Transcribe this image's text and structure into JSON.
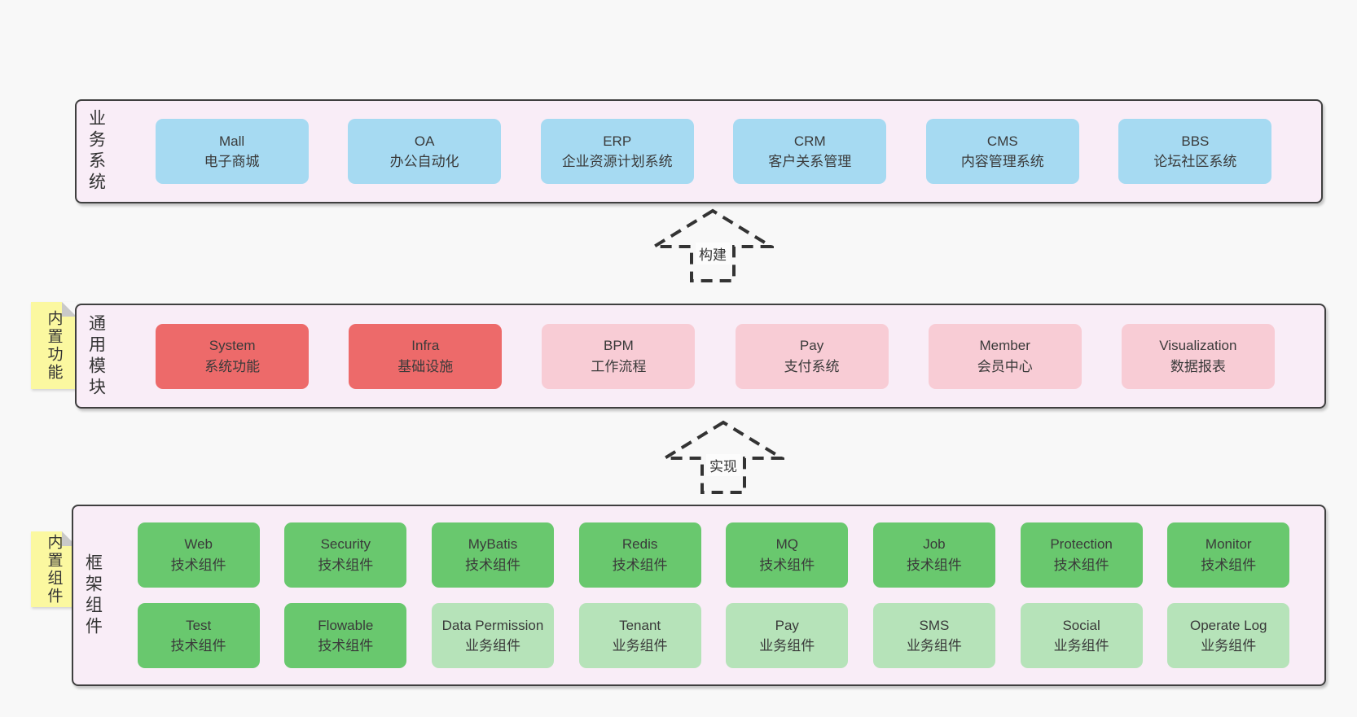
{
  "colors": {
    "page_bg": "#f8f8f8",
    "container_bg": "#f9edf7",
    "container_border": "#3f3f3f",
    "business_box": "#a6daf2",
    "core_module_box": "#ed6a6a",
    "extend_module_box": "#f8ccd5",
    "tech_component_box": "#69c86e",
    "biz_component_box": "#b6e3b9",
    "sticky_bg": "#fbf8a0",
    "text": "#3a3a3a"
  },
  "layers": {
    "business": {
      "label": "业务系统",
      "boxes": [
        {
          "name": "Mall",
          "desc": "电子商城"
        },
        {
          "name": "OA",
          "desc": "办公自动化"
        },
        {
          "name": "ERP",
          "desc": "企业资源计划系统"
        },
        {
          "name": "CRM",
          "desc": "客户关系管理"
        },
        {
          "name": "CMS",
          "desc": "内容管理系统"
        },
        {
          "name": "BBS",
          "desc": "论坛社区系统"
        }
      ]
    },
    "modules": {
      "label": "通用模块",
      "sticky": "内置功能",
      "boxes": [
        {
          "name": "System",
          "desc": "系统功能"
        },
        {
          "name": "Infra",
          "desc": "基础设施"
        },
        {
          "name": "BPM",
          "desc": "工作流程"
        },
        {
          "name": "Pay",
          "desc": "支付系统"
        },
        {
          "name": "Member",
          "desc": "会员中心"
        },
        {
          "name": "Visualization",
          "desc": "数据报表"
        }
      ]
    },
    "components": {
      "label": "框架组件",
      "sticky": "内置组件",
      "row1": [
        {
          "name": "Web",
          "desc": "技术组件"
        },
        {
          "name": "Security",
          "desc": "技术组件"
        },
        {
          "name": "MyBatis",
          "desc": "技术组件"
        },
        {
          "name": "Redis",
          "desc": "技术组件"
        },
        {
          "name": "MQ",
          "desc": "技术组件"
        },
        {
          "name": "Job",
          "desc": "技术组件"
        },
        {
          "name": "Protection",
          "desc": "技术组件"
        },
        {
          "name": "Monitor",
          "desc": "技术组件"
        }
      ],
      "row2": [
        {
          "name": "Test",
          "desc": "技术组件"
        },
        {
          "name": "Flowable",
          "desc": "技术组件"
        },
        {
          "name": "Data Permission",
          "desc": "业务组件"
        },
        {
          "name": "Tenant",
          "desc": "业务组件"
        },
        {
          "name": "Pay",
          "desc": "业务组件"
        },
        {
          "name": "SMS",
          "desc": "业务组件"
        },
        {
          "name": "Social",
          "desc": "业务组件"
        },
        {
          "name": "Operate Log",
          "desc": "业务组件"
        }
      ]
    }
  },
  "arrows": {
    "build": {
      "label": "构建"
    },
    "implement": {
      "label": "实现"
    }
  }
}
